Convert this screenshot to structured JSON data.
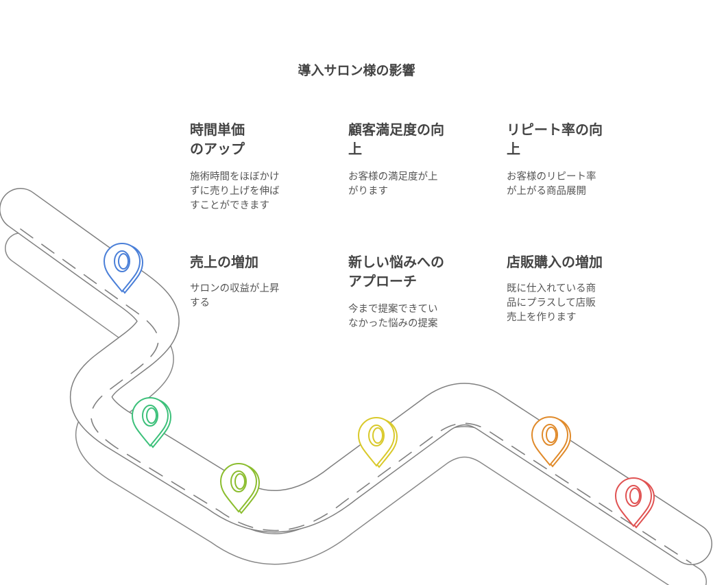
{
  "title": "導入サロン様の影響",
  "cards": [
    {
      "heading": "時間単価\nのアップ",
      "body": "施術時間をほぼかけ\nずに売り上げを伸ば\nすことができます"
    },
    {
      "heading": "顧客満足度の向\n上",
      "body": "お客様の満足度が上\nがります"
    },
    {
      "heading": "リピート率の向\n上",
      "body": "お客様のリピート率\nが上がる商品展開"
    },
    {
      "heading": "売上の増加",
      "body": "サロンの収益が上昇\nする"
    },
    {
      "heading": "新しい悩みへの\nアプローチ",
      "body": "今まで提案できてい\nなかった悩みの提案"
    },
    {
      "heading": "店販購入の増加",
      "body": "既に仕入れている商\n品にプラスして店販\n売上を作ります"
    }
  ],
  "pins": [
    {
      "color": "#4a7fd8",
      "icon": "map-pin-icon"
    },
    {
      "color": "#3cc07a",
      "icon": "map-pin-icon"
    },
    {
      "color": "#8bbd2e",
      "icon": "map-pin-icon"
    },
    {
      "color": "#d9c92a",
      "icon": "map-pin-icon"
    },
    {
      "color": "#e08a2a",
      "icon": "map-pin-icon"
    },
    {
      "color": "#e05252",
      "icon": "map-pin-icon"
    }
  ]
}
